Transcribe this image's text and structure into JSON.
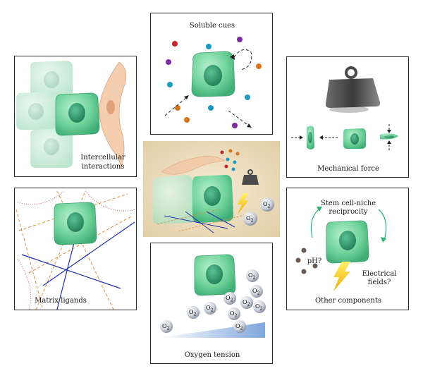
{
  "panels": {
    "soluble": {
      "label": "Soluble cues"
    },
    "intercellular": {
      "label_line1": "Intercellular",
      "label_line2": "interactions"
    },
    "mechanical": {
      "label": "Mechanical force"
    },
    "matrix": {
      "label": "Matrix ligands"
    },
    "oxygen": {
      "label": "Oxygen tension"
    },
    "other": {
      "label": "Other components",
      "reciprocity_line1": "Stem cell-niche",
      "reciprocity_line2": "reciprocity",
      "ph": "pH?",
      "electrical_line1": "Electrical",
      "electrical_line2": "fields?"
    }
  },
  "o2": {
    "main": "O",
    "sub": "2"
  },
  "colors": {
    "cell": "#6fd39a",
    "nucleus": "#2e9a6c",
    "dashed_orange": "#e08a3a",
    "ligand_blue": "#1f2fb0",
    "sand": "#efe3c8",
    "ramp": "#8fb1e0",
    "arrow_green": "#2bb673"
  }
}
